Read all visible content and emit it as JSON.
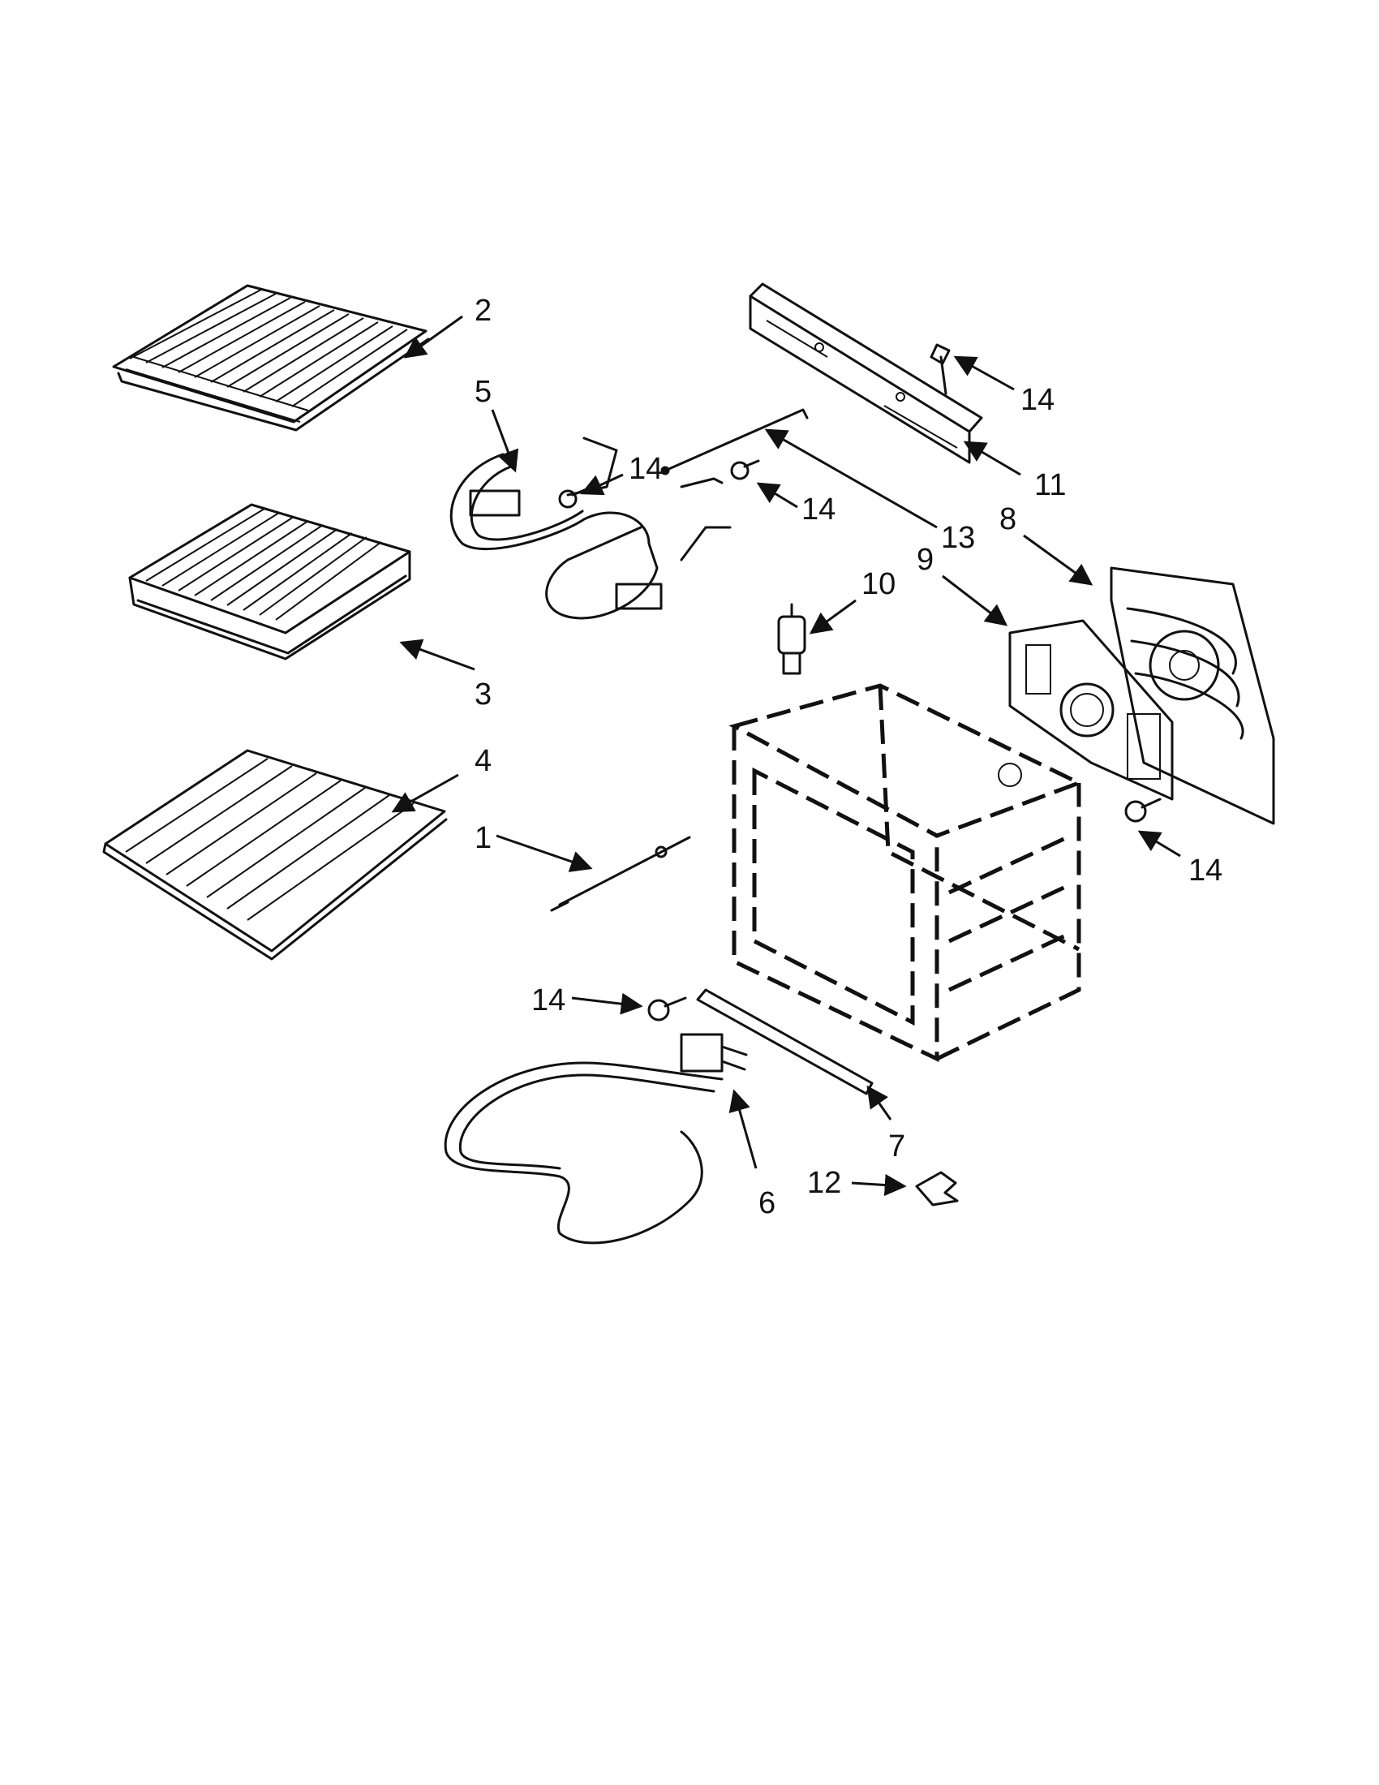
{
  "callouts": {
    "c1": "1",
    "c2": "2",
    "c3": "3",
    "c4": "4",
    "c5": "5",
    "c6": "6",
    "c7": "7",
    "c8": "8",
    "c9": "9",
    "c10": "10",
    "c11": "11",
    "c12": "12",
    "c13": "13",
    "c14a": "14",
    "c14b": "14",
    "c14c": "14",
    "c14d": "14",
    "c14e": "14"
  },
  "colors": {
    "ink": "#111111",
    "background": "#ffffff"
  }
}
